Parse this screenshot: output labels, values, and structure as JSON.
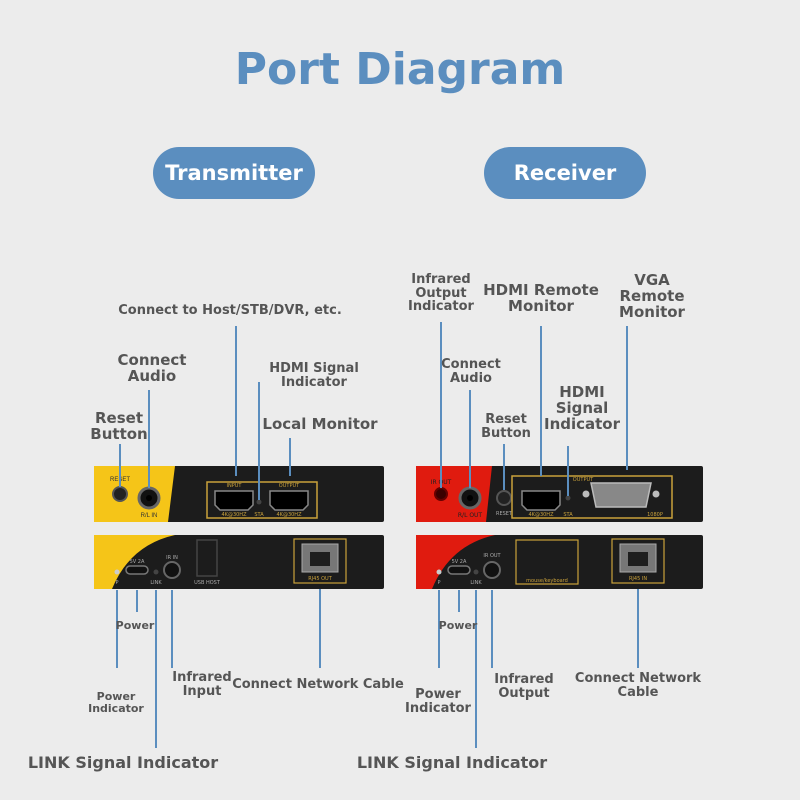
{
  "title": "Port Diagram",
  "transmitter": {
    "heading": "Transmitter",
    "labels": {
      "connect_host": "Connect to Host/STB/DVR, etc.",
      "connect_audio": "Connect Audio",
      "hdmi_signal": "HDMI Signal Indicator",
      "reset_button": "Reset Button",
      "local_monitor": "Local Monitor",
      "power": "Power",
      "power_indicator": "Power Indicator",
      "infrared_input": "Infrared Input",
      "connect_network": "Connect Network Cable",
      "link_signal": "LINK Signal Indicator"
    },
    "panel_text": {
      "reset": "RESET",
      "rl_in": "R/L IN",
      "input": "INPUT",
      "output": "OUTPUT",
      "res_in": "4K@30HZ",
      "sta": "STA",
      "res_out": "4K@30HZ",
      "power_rating": "5V 2A",
      "ir_in": "IR IN",
      "p": "P",
      "link": "LINK",
      "usb_host": "USB HOST",
      "rj45": "RJ45 OUT"
    }
  },
  "receiver": {
    "heading": "Receiver",
    "labels": {
      "ir_output_indicator": "Infrared Output Indicator",
      "hdmi_remote": "HDMI Remote Monitor",
      "vga_remote": "VGA Remote Monitor",
      "connect_audio": "Connect Audio",
      "reset_button": "Reset Button",
      "hdmi_signal": "HDMI Signal Indicator",
      "power": "Power",
      "power_indicator": "Power Indicator",
      "infrared_output": "Infrared Output",
      "connect_network": "Connect Network Cable",
      "link_signal": "LINK Signal Indicator"
    },
    "panel_text": {
      "ir_out": "IR OUT",
      "rl_out": "R/L OUT",
      "reset": "RESET",
      "output": "OUTPUT",
      "res": "4K@30HZ",
      "sta": "STA",
      "vga_res": "1080P",
      "power_rating": "5V 2A",
      "ir_out2": "IR OUT",
      "p": "P",
      "link": "LINK",
      "mouse_keyboard": "mouse/keyboard",
      "rj45": "RJ45 IN"
    }
  },
  "colors": {
    "accent": "#5b8ebf",
    "tx_stripe": "#f5c518",
    "rx_stripe": "#e01b0f",
    "device": "#1c1c1c",
    "gold": "#c9a13b"
  }
}
